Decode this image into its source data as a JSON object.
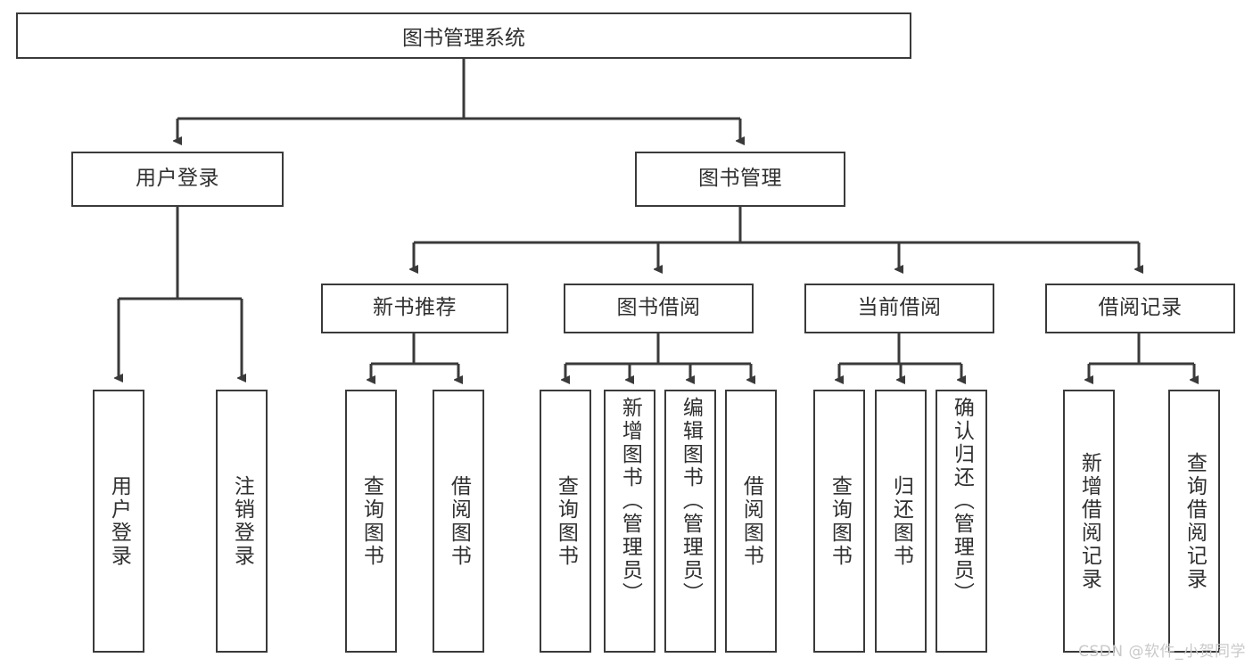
{
  "diagram": {
    "title": "图书管理系统",
    "type": "tree-hierarchy-diagram",
    "root": {
      "label": "图书管理系统"
    },
    "level2": [
      {
        "label": "用户登录"
      },
      {
        "label": "图书管理"
      }
    ],
    "level3": [
      {
        "label": "新书推荐"
      },
      {
        "label": "图书借阅"
      },
      {
        "label": "当前借阅"
      },
      {
        "label": "借阅记录"
      }
    ],
    "leaves": {
      "user_login": [
        {
          "label": "用户登录"
        },
        {
          "label": "注销登录"
        }
      ],
      "new_book_recommend": [
        {
          "label": "查询图书"
        },
        {
          "label": "借阅图书"
        }
      ],
      "book_borrow": [
        {
          "label": "查询图书"
        },
        {
          "label": "新增图书（管理员）"
        },
        {
          "label": "编辑图书（管理员）"
        },
        {
          "label": "借阅图书"
        }
      ],
      "current_borrow": [
        {
          "label": "查询图书"
        },
        {
          "label": "归还图书"
        },
        {
          "label": "确认归还（管理员）"
        }
      ],
      "borrow_records": [
        {
          "label": "新增借阅记录"
        },
        {
          "label": "查询借阅记录"
        }
      ]
    }
  },
  "watermark": {
    "text": "CSDN @软件_小贺同学"
  },
  "colors": {
    "stroke": "#3a3a3a",
    "text": "#303030",
    "background": "#ffffff",
    "watermark": "#c9c9c9"
  }
}
